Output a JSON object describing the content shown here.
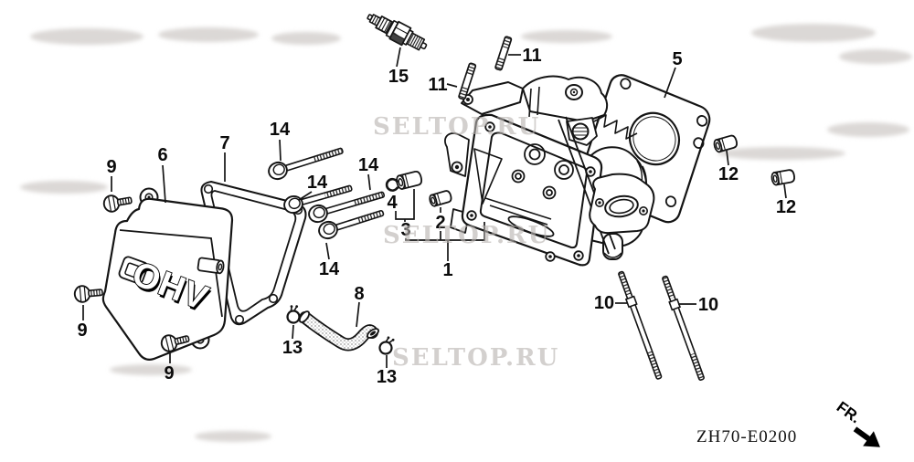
{
  "diagram": {
    "watermark": "SELTOP.RU",
    "cover_emboss": "OHV",
    "footer_code": "ZH70-E0200",
    "direction_label": "FR.",
    "callouts": {
      "c1": "1",
      "c2": "2",
      "c3": "3",
      "c4": "4",
      "c5": "5",
      "c6": "6",
      "c7": "7",
      "c8": "8",
      "c9": "9",
      "c10": "10",
      "c11": "11",
      "c12": "12",
      "c13": "13",
      "c14": "14",
      "c15": "15"
    }
  }
}
